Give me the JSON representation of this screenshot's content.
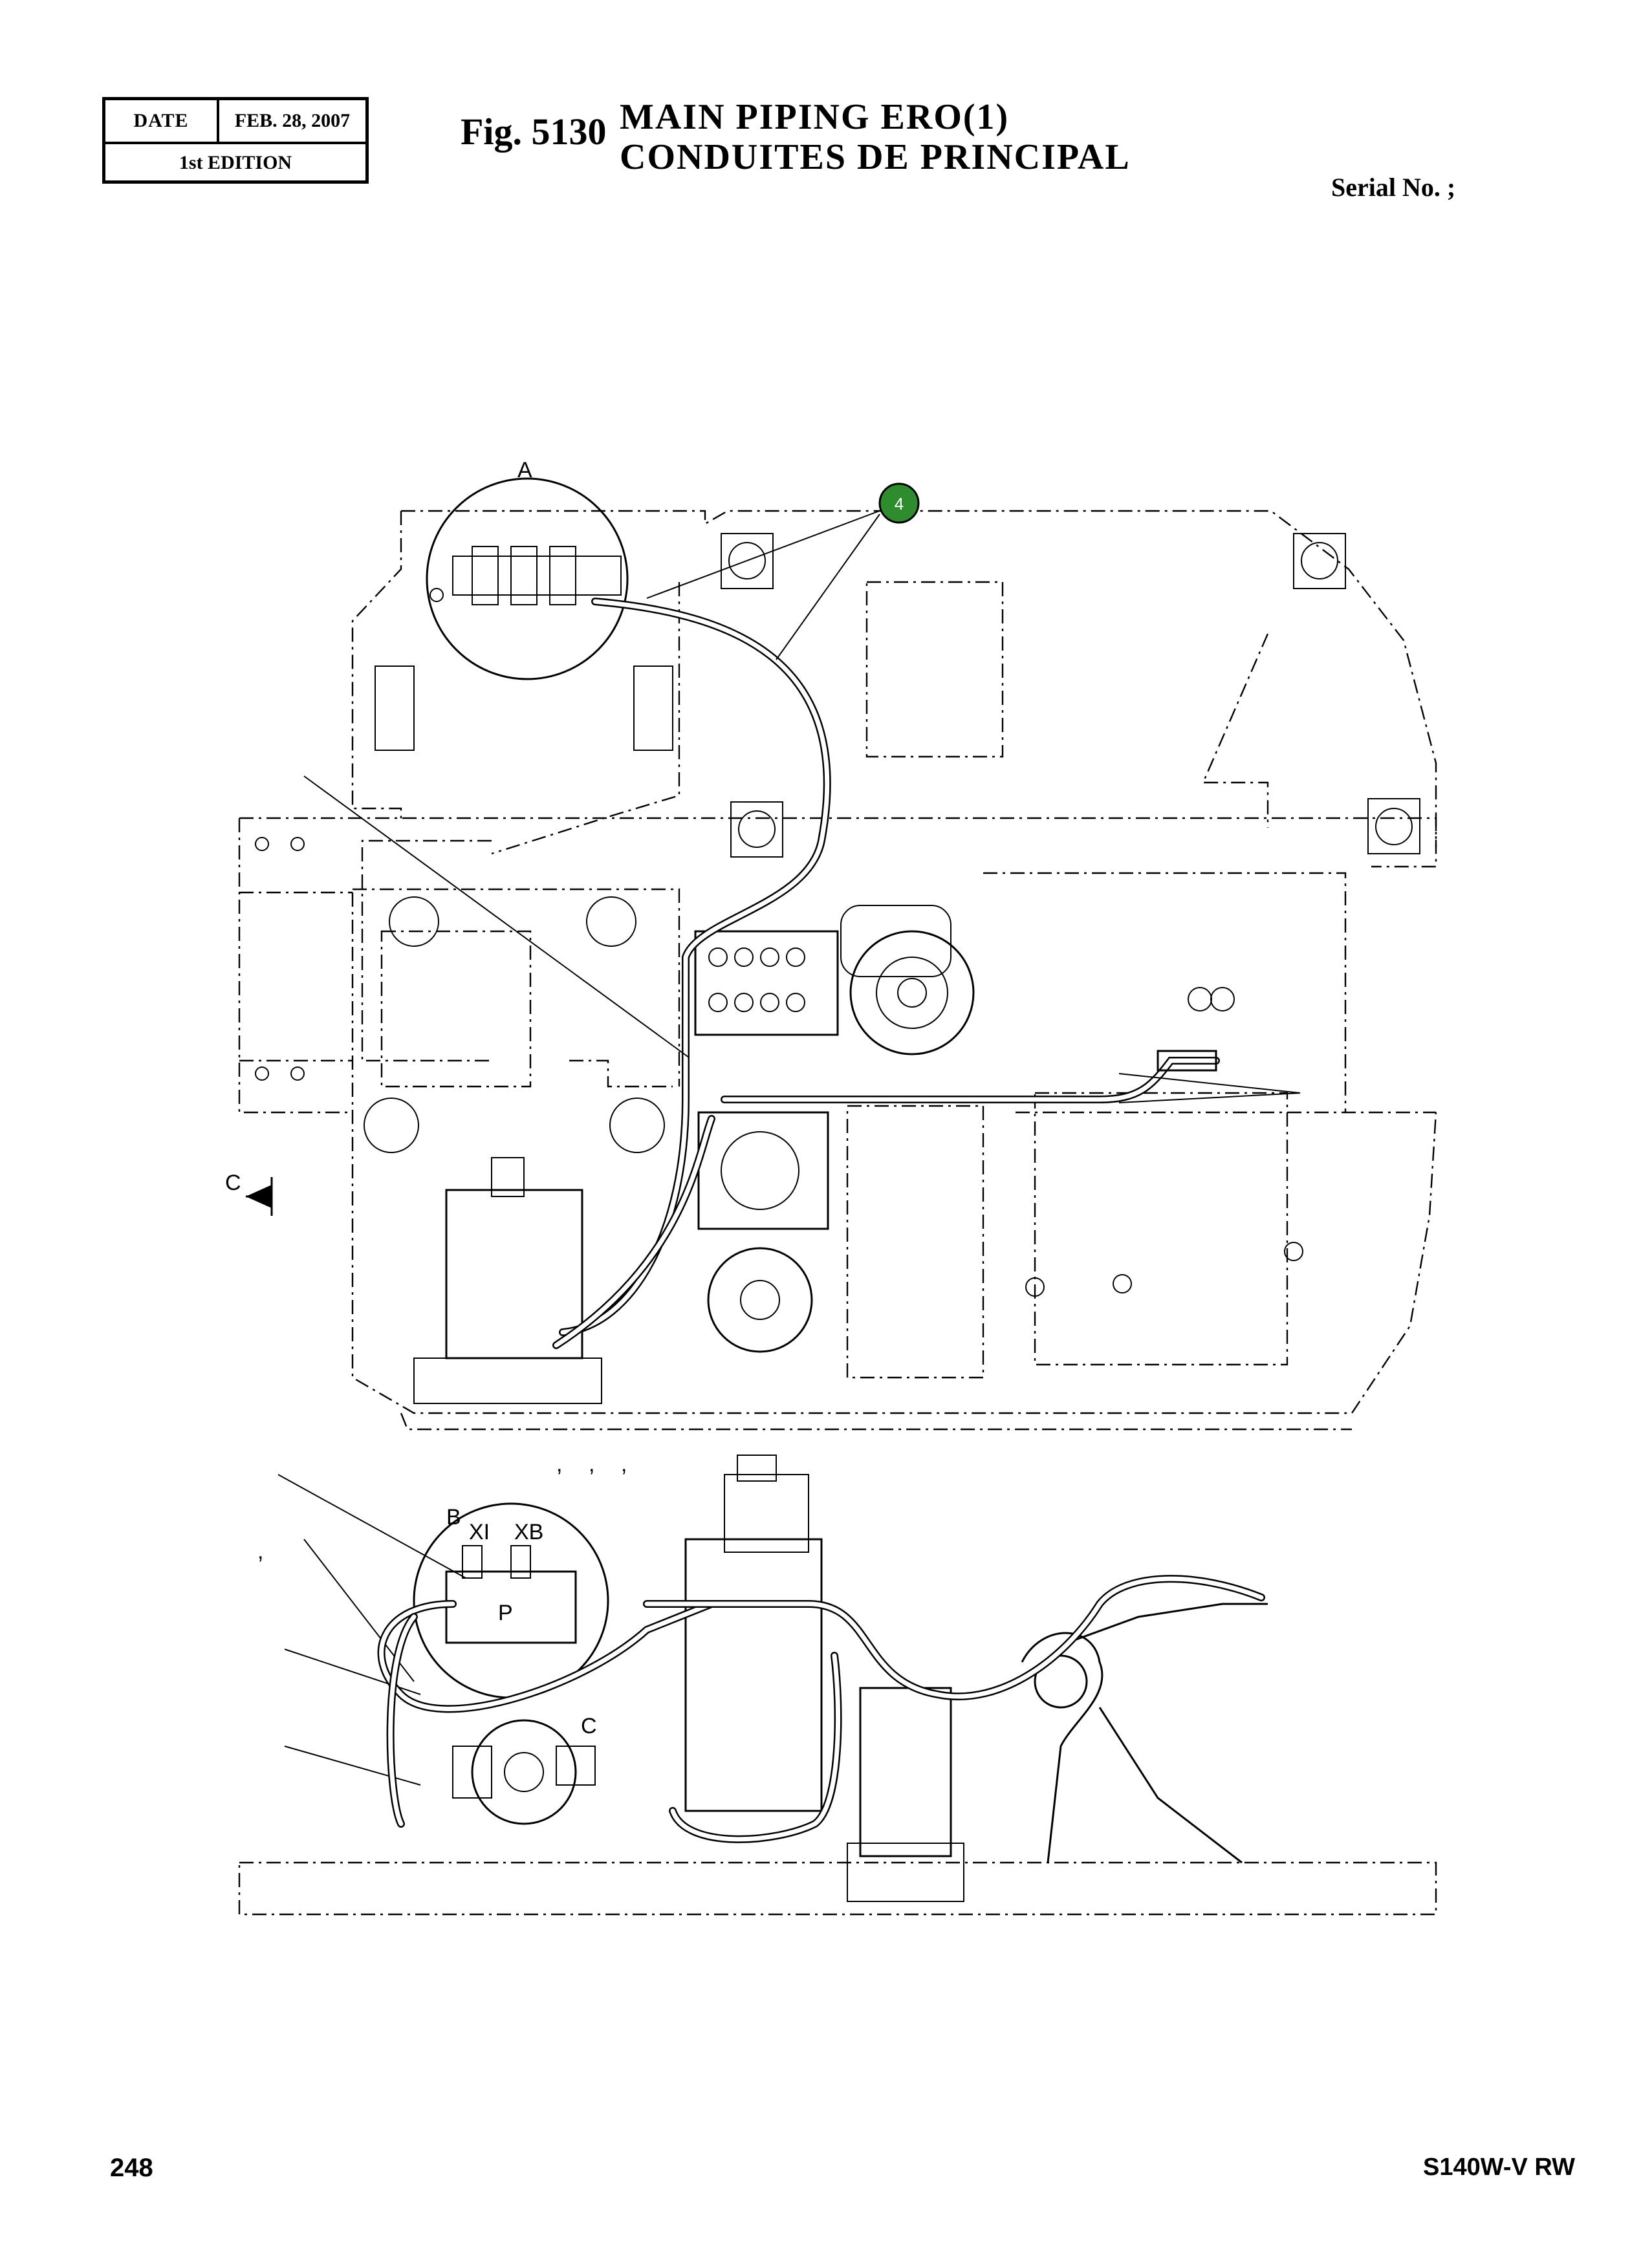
{
  "header": {
    "date_label": "DATE",
    "date_value": "FEB. 28, 2007",
    "edition": "1st EDITION",
    "figure_number": "Fig. 5130",
    "title_en": "MAIN  PIPING  ERO(1)",
    "title_fr": "CONDUITES  DE  PRINCIPAL",
    "serial": "Serial No. ;"
  },
  "diagram": {
    "detail_labels": [
      "A",
      "B",
      "C",
      "C"
    ],
    "callout": {
      "number": "4",
      "color": "#2e8b2e"
    },
    "port_labels": [
      "XI",
      "XB",
      "P"
    ],
    "stray_commas": [
      ",",
      ",",
      ",",
      ","
    ]
  },
  "footer": {
    "page_number": "248",
    "model": "S140W-V RW"
  }
}
